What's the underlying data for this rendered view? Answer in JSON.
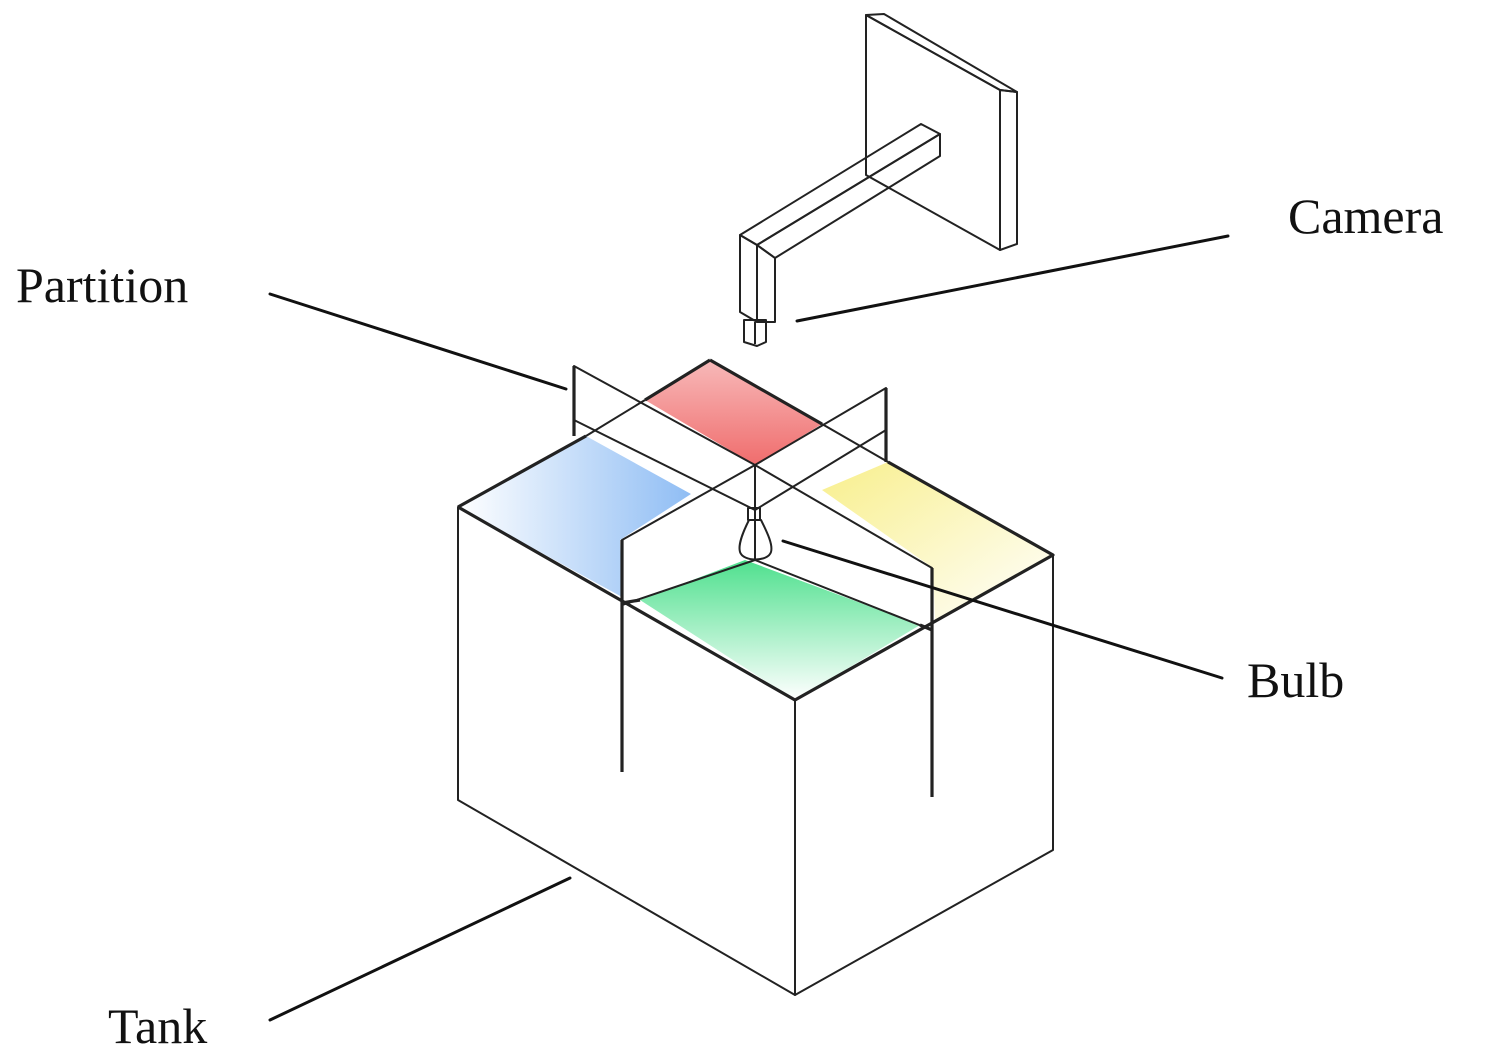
{
  "labels": {
    "camera": "Camera",
    "partition": "Partition",
    "bulb": "Bulb",
    "tank": "Tank"
  },
  "components": [
    {
      "name": "camera",
      "shape": "wall-mounted arm with lens pointing down"
    },
    {
      "name": "partition",
      "shape": "two crossing vertical plates dividing tank into four quadrants"
    },
    {
      "name": "bulb",
      "shape": "light bulb hanging at partition intersection"
    },
    {
      "name": "tank",
      "shape": "open-top box"
    }
  ],
  "quadrants": [
    {
      "position": "back",
      "color": "#f08a8a"
    },
    {
      "position": "left",
      "color": "#8fbff2"
    },
    {
      "position": "right",
      "color": "#f6ee9a"
    },
    {
      "position": "front",
      "color": "#6fe0a6"
    }
  ],
  "colors": {
    "line": "#222222",
    "face": "#ffffff",
    "background": "#ffffff"
  }
}
